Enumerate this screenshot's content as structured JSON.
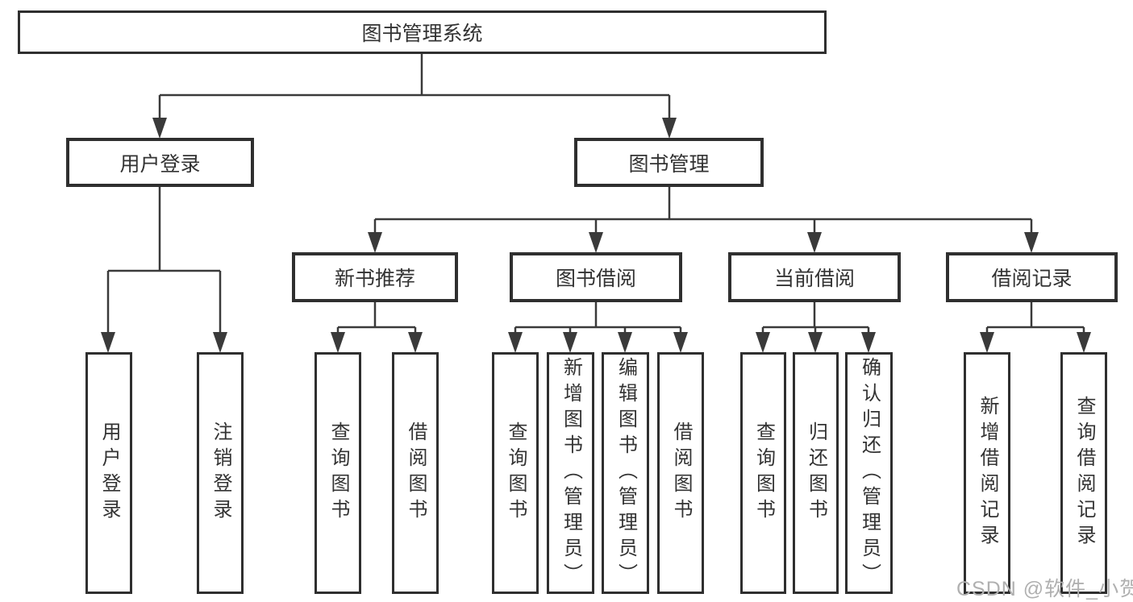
{
  "tree": {
    "root": "图书管理系统",
    "user_login": {
      "label": "用户登录",
      "children": [
        "用户登录",
        "注销登录"
      ]
    },
    "book_management": {
      "label": "图书管理",
      "modules": [
        {
          "label": "新书推荐",
          "children": [
            "查询图书",
            "借阅图书"
          ]
        },
        {
          "label": "图书借阅",
          "children": [
            "查询图书",
            "新增图书（管理员）",
            "编辑图书（管理员）",
            "借阅图书"
          ]
        },
        {
          "label": "当前借阅",
          "children": [
            "查询图书",
            "归还图书",
            "确认归还（管理员）"
          ]
        },
        {
          "label": "借阅记录",
          "children": [
            "新增借阅记录",
            "查询借阅记录"
          ]
        }
      ]
    }
  },
  "watermark": "CSDN @软件_小贺同学",
  "colors": {
    "line": "#3a3a3a",
    "box_border": "#2f2f2f",
    "text": "#333333",
    "watermark": "#b0b0b0",
    "background": "#ffffff"
  }
}
